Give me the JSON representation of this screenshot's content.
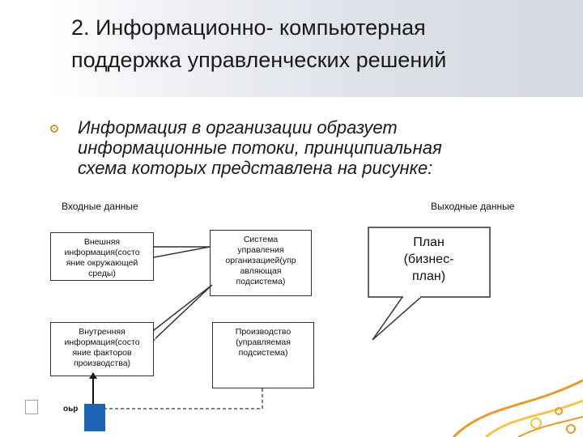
{
  "slide": {
    "title_line1": "2. Информационно- компьютерная",
    "title_line2": "поддержка управленческих решений",
    "bullet_line1": "Информация в организации образует",
    "bullet_line2": "информационные потоки, принципиальная",
    "bullet_line3": "схема которых представлена на рисунке:"
  },
  "diagram": {
    "input_caption": "Входные данные",
    "output_caption": "Выходные данные",
    "external_info": [
      "Внешняя",
      "информация(состо",
      "яние окружающей",
      "среды)"
    ],
    "internal_info": [
      "Внутренняя",
      "информация(состо",
      "яние факторов",
      "производства)"
    ],
    "control_system": [
      "Система",
      "управления",
      "организацией(упр",
      "авляющая",
      "подсистема)"
    ],
    "production": [
      "Производство",
      "(управляемая",
      "подсистема)"
    ],
    "plan_callout": [
      "План",
      "(бизнес-",
      "план)"
    ],
    "footer_fragment": "оьр"
  },
  "colors": {
    "bullet_accent": "#c9962e",
    "swirl_orange": "#e89a2c",
    "swirl_yellow": "#f3c54a",
    "blue_box": "#1f64b4"
  }
}
